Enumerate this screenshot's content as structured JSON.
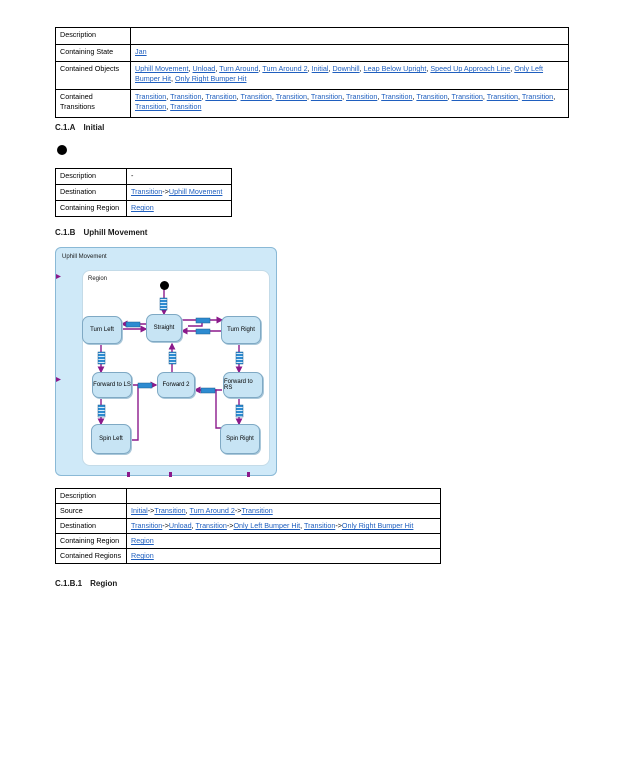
{
  "top_table": {
    "rows": [
      {
        "label": "Description",
        "links": []
      },
      {
        "label": "Containing State",
        "links": [
          "Jan"
        ]
      },
      {
        "label": "Contained Objects",
        "links": [
          "Uphill Movement",
          "Unload",
          "Turn Around",
          "Turn Around 2",
          "Initial",
          "Downhill",
          "Leap Below Upright",
          "Speed Up Approach Line",
          "Only Left Bumper Hit",
          "Only Right Bumper Hit"
        ]
      },
      {
        "label": "Contained Transitions",
        "links": [
          "Transition",
          "Transition",
          "Transition",
          "Transition",
          "Transition",
          "Transition",
          "Transition",
          "Transition",
          "Transition",
          "Transition",
          "Transition",
          "Transition",
          "Transition",
          "Transition"
        ]
      }
    ]
  },
  "section_initial": {
    "number": "C.1.A",
    "title": "Initial",
    "table": {
      "description_label": "Description",
      "description_value": "-",
      "destination_label": "Destination",
      "destination_links": [
        "Transition",
        "Uphill Movement"
      ],
      "destination_sep": "->",
      "region_label": "Containing Region",
      "region_link": "Region"
    }
  },
  "section_uphill": {
    "number": "C.1.B",
    "title": "Uphill Movement",
    "diagram": {
      "title": "Uphill Movement",
      "region_title": "Region",
      "states": {
        "turn_left": "Turn Left",
        "straight": "Straight",
        "turn_right": "Turn Right",
        "forward_ls": "Forward to LS",
        "forward_2": "Forward 2",
        "forward_rs": "Forward to RS",
        "spin_left": "Spin Left",
        "spin_right": "Spin Right"
      },
      "colors": {
        "arrow": "#8b1a8b",
        "frame": "#cfe9f8",
        "state": "#c7e4f4"
      }
    },
    "table": {
      "description_label": "Description",
      "source_label": "Source",
      "source_links": [
        "Initial",
        "Transition",
        "Turn Around 2",
        "Transition"
      ],
      "destination_label": "Destination",
      "destination_links": [
        "Transition",
        "Unload",
        "Transition",
        "Only Left Bumper Hit",
        "Transition",
        "Only Right Bumper Hit"
      ],
      "region_label": "Containing Region",
      "region_link": "Region",
      "contained_label": "Contained Regions",
      "contained_link": "Region"
    }
  },
  "section_region": {
    "number": "C.1.B.1",
    "title": "Region"
  }
}
